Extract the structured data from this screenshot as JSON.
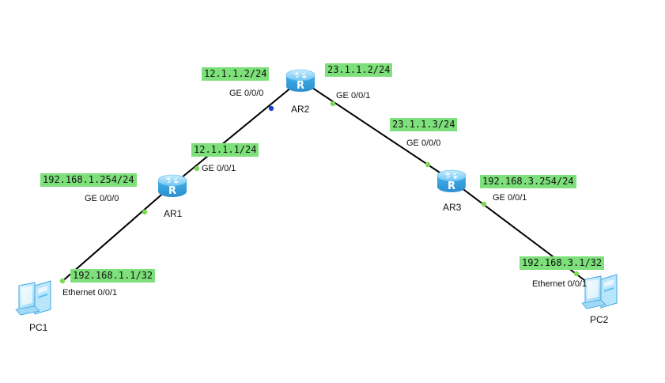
{
  "devices": {
    "ar1": {
      "name": "AR1",
      "icon": "router-icon"
    },
    "ar2": {
      "name": "AR2",
      "icon": "router-icon"
    },
    "ar3": {
      "name": "AR3",
      "icon": "router-icon"
    },
    "pc1": {
      "name": "PC1",
      "icon": "pc-icon"
    },
    "pc2": {
      "name": "PC2",
      "icon": "pc-icon"
    }
  },
  "interfaces": {
    "ar2_g000": {
      "port": "GE 0/0/0",
      "ip": "12.1.1.2/24"
    },
    "ar2_g001": {
      "port": "GE 0/0/1",
      "ip": "23.1.1.2/24"
    },
    "ar1_g001": {
      "port": "GE 0/0/1",
      "ip": "12.1.1.1/24"
    },
    "ar1_g000": {
      "port": "GE 0/0/0",
      "ip": "192.168.1.254/24"
    },
    "ar3_g000": {
      "port": "GE 0/0/0",
      "ip": "23.1.1.3/24"
    },
    "ar3_g001": {
      "port": "GE 0/0/1",
      "ip": "192.168.3.254/24"
    },
    "pc1_eth": {
      "port": "Ethernet 0/0/1",
      "ip": "192.168.1.1/32"
    },
    "pc2_eth": {
      "port": "Ethernet 0/0/1",
      "ip": "192.168.3.1/32"
    }
  },
  "colors": {
    "label_bg": "#7ee07a",
    "link": "#000000",
    "port_up": "#7ed957",
    "port_selected": "#1a3fd6",
    "router_body": "#4fb6f0"
  }
}
